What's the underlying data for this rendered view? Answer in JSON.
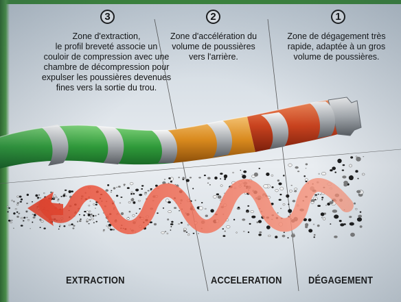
{
  "zones": [
    {
      "number": "3",
      "text": "Zone d'extraction,\nle profil breveté associe un couloir de compression avec une chambre de décompression pour expulser les poussières devenues fines vers la sortie du trou.",
      "lines": [
        "Zone d'extraction,",
        "le profil breveté associe un",
        "couloir de compression avec une",
        "chambre de décompression pour",
        "expulser les poussières devenues",
        "fines vers la sortie du trou."
      ],
      "label": "EXTRACTION",
      "color": "#2f9a3a"
    },
    {
      "number": "2",
      "lines": [
        "Zone d'accélération du",
        "volume de poussières",
        "vers l'arrière."
      ],
      "label": "ACCELERATION",
      "color": "#d98a1e"
    },
    {
      "number": "1",
      "lines": [
        "Zone de dégagement très",
        "rapide, adaptée à un gros",
        "volume de poussières."
      ],
      "label": "DÉGAGEMENT",
      "color": "#c8421e"
    }
  ],
  "icons": [
    "drill-bit-icon",
    "dust-flow-arrow-icon"
  ]
}
